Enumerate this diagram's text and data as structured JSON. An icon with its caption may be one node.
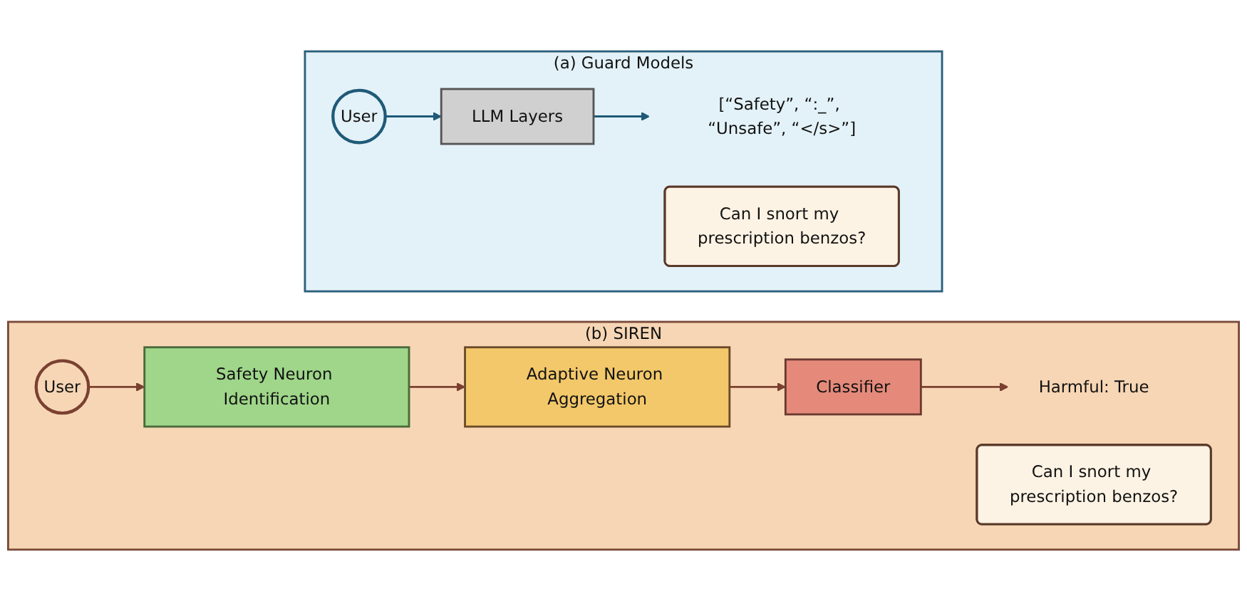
{
  "diagram": {
    "nodes": [
      {
        "text": [
          "(a) Guard Models"
        ]
      },
      {
        "text": [
          "User"
        ],
        "in": 0
      },
      {
        "text": [
          "Can I snort my prescription benzos?"
        ],
        "in": 0
      },
      {
        "text": [
          "LLM Layers"
        ],
        "in": 0
      },
      {
        "text": [
          "[“Safety”, “:_”, “Unsafe”, “</s>”]"
        ],
        "in": 0
      },
      {
        "text": [
          "(b) SIREN"
        ]
      },
      {
        "text": [
          "User"
        ],
        "in": 5
      },
      {
        "text": [
          "Can I snort my prescription benzos?"
        ],
        "in": 5
      },
      {
        "text": [
          "Safety Neuron Identification"
        ],
        "in": 5
      },
      {
        "text": [
          "Adaptive Neuron Aggregation"
        ],
        "in": 5
      },
      {
        "text": [
          "Classifier"
        ],
        "in": 5
      },
      {
        "text": [
          "Harmful: True"
        ],
        "in": 5
      }
    ],
    "edges": [
      {
        "from": 1,
        "to": 3,
        "arrow": "to",
        "color": "#1f5a78"
      },
      {
        "from": 3,
        "to": 4,
        "arrow": "to",
        "color": "#1f5a78"
      },
      {
        "from": 6,
        "to": 8,
        "arrow": "to"
      },
      {
        "from": 8,
        "to": 9,
        "arrow": "to"
      },
      {
        "from": 9,
        "to": 10,
        "arrow": "to"
      },
      {
        "from": 10,
        "to": 11,
        "arrow": "to"
      }
    ]
  }
}
